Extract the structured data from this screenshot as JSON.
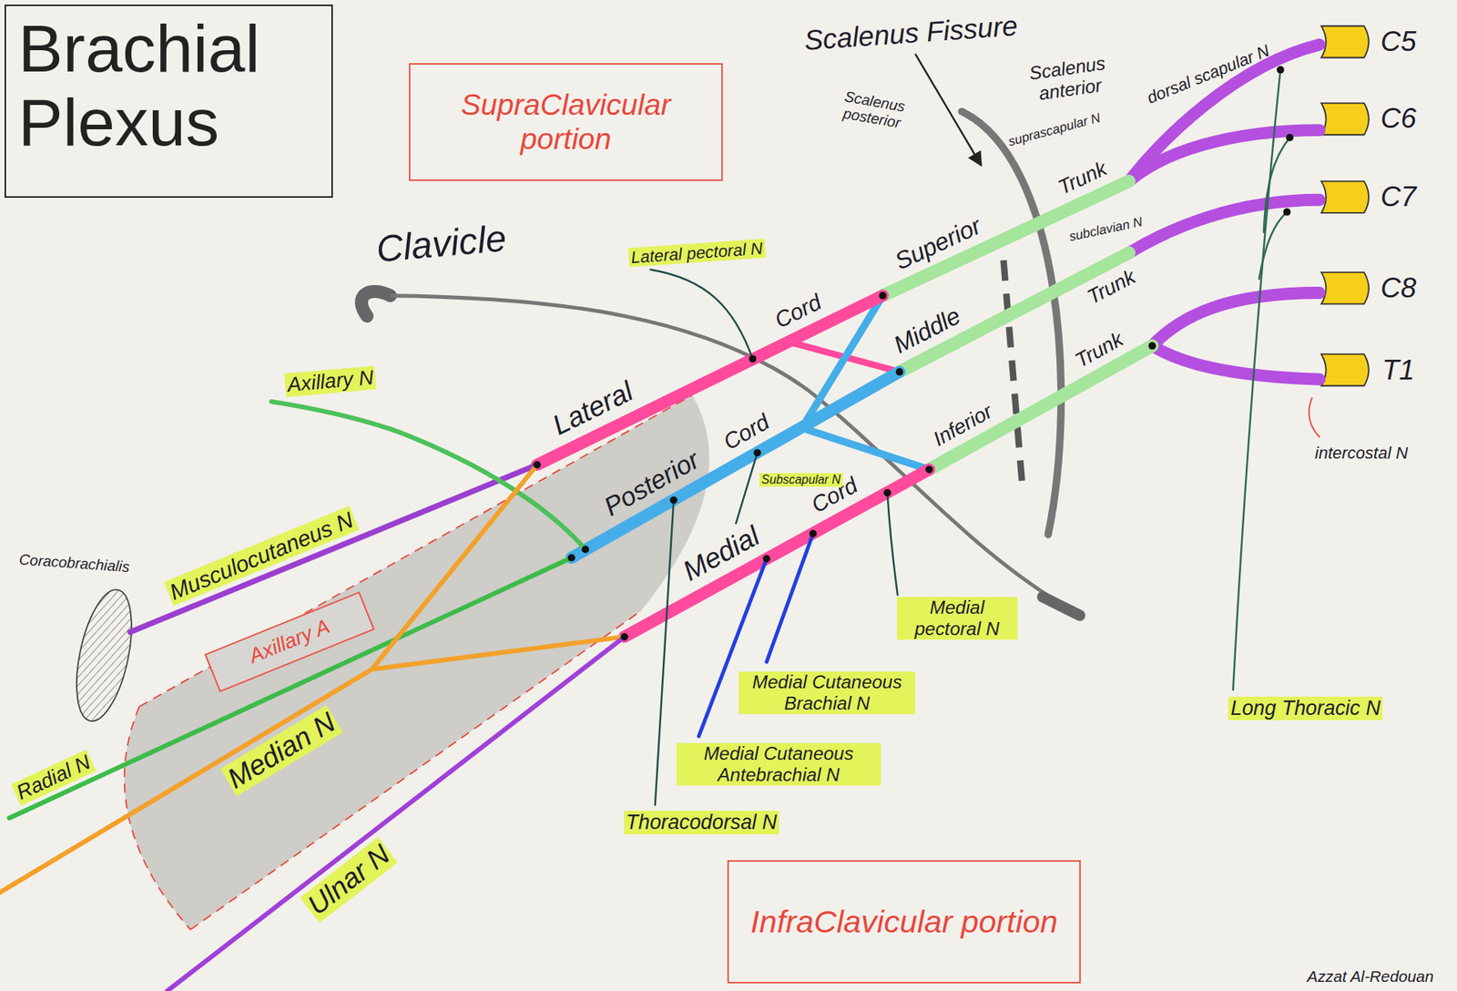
{
  "diagram": {
    "title": "Brachial Plexus",
    "nodes": [
      {
        "text": [
          "SupraClavicular portion"
        ]
      },
      {
        "text": [
          "Axillary A"
        ]
      },
      {
        "text": [
          "InfraClavicular portion"
        ]
      }
    ],
    "labels": [
      "Scalenus Fissure",
      "Scalenus posterior",
      "Scalenus anterior",
      "dorsal scapular N",
      "suprascapular N",
      "Trunk",
      "subclavian N",
      "Superior",
      "Trunk",
      "Middle",
      "Trunk",
      "Inferior",
      "C5",
      "C6",
      "C7",
      "C8",
      "T1",
      "intercostal N",
      "Long Thoracic N",
      "Clavicle",
      "Lateral pectoral N",
      "Cord",
      "Lateral",
      "Cord",
      "Posterior",
      "Cord",
      "Medial",
      "Axillary N",
      "Subscapular N",
      "Musculocutaneus N",
      "Coracobrachialis",
      "Radial N",
      "Median N",
      "Ulnar N",
      "Medial Cutaneous Brachial N",
      "Medial Cutaneous Antebrachial N",
      "Thoracodorsal N",
      "Medial pectoral N",
      "Azzat Al-Redouan"
    ]
  }
}
